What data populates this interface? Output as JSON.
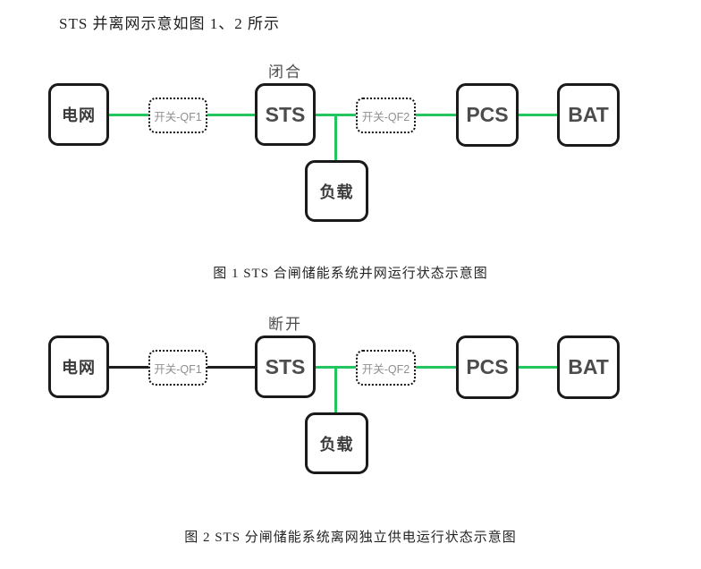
{
  "page": {
    "title": "STS 并离网示意如图 1、2 所示",
    "colors": {
      "green": "#22c55e",
      "black": "#1f1f1f"
    }
  },
  "figures": [
    {
      "state_label": "闭合",
      "caption": "图 1 STS 合闸储能系统并网运行状态示意图",
      "nodes": {
        "grid": "电网",
        "switch1": "开关-QF1",
        "sts": "STS",
        "switch2": "开关-QF2",
        "pcs": "PCS",
        "bat": "BAT",
        "load": "负载"
      },
      "links": [
        {
          "from": "grid",
          "to": "switch-qf1",
          "color": "green"
        },
        {
          "from": "switch-qf1",
          "to": "sts",
          "color": "green"
        },
        {
          "from": "sts",
          "to": "switch-qf2",
          "color": "green"
        },
        {
          "from": "switch-qf2",
          "to": "pcs",
          "color": "green"
        },
        {
          "from": "pcs",
          "to": "bat",
          "color": "green"
        },
        {
          "from": "sts-junction",
          "to": "load",
          "color": "green"
        }
      ]
    },
    {
      "state_label": "断开",
      "caption": "图 2 STS 分闸储能系统离网独立供电运行状态示意图",
      "nodes": {
        "grid": "电网",
        "switch1": "开关-QF1",
        "sts": "STS",
        "switch2": "开关-QF2",
        "pcs": "PCS",
        "bat": "BAT",
        "load": "负载"
      },
      "links": [
        {
          "from": "grid",
          "to": "switch-qf1",
          "color": "black"
        },
        {
          "from": "switch-qf1",
          "to": "sts",
          "color": "black"
        },
        {
          "from": "sts",
          "to": "switch-qf2",
          "color": "green"
        },
        {
          "from": "switch-qf2",
          "to": "pcs",
          "color": "green"
        },
        {
          "from": "pcs",
          "to": "bat",
          "color": "green"
        },
        {
          "from": "sts-junction",
          "to": "load",
          "color": "green"
        }
      ]
    }
  ]
}
